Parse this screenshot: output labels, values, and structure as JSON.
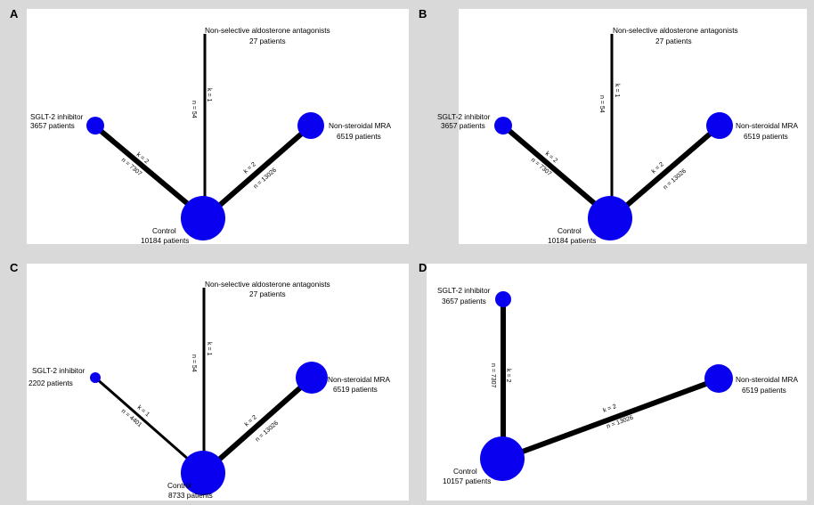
{
  "colors": {
    "node": "#0a00f0",
    "edge": "#000000",
    "panel_bg": "#ffffff",
    "page_bg": "#d9d9d9"
  },
  "panels": [
    {
      "letter": "A",
      "nodes": {
        "nsaa": {
          "name": "Non-selective aldosterone antagonists",
          "patients": "27 patients"
        },
        "sglt2": {
          "name": "SGLT-2 inhibitor",
          "patients": "3657 patients"
        },
        "nsmra": {
          "name": "Non-steroidal MRA",
          "patients": "6519 patients"
        },
        "control": {
          "name": "Control",
          "patients": "10184 patients"
        }
      },
      "edges": {
        "nsaa_control": {
          "k": "k = 1",
          "n": "n = 54"
        },
        "sglt2_control": {
          "k": "k = 2",
          "n": "n = 7307"
        },
        "nsmra_control": {
          "k": "k = 2",
          "n": "n = 13026"
        }
      }
    },
    {
      "letter": "B",
      "nodes": {
        "nsaa": {
          "name": "Non-selective aldosterone antagonists",
          "patients": "27 patients"
        },
        "sglt2": {
          "name": "SGLT-2 inhibitor",
          "patients": "3657 patients"
        },
        "nsmra": {
          "name": "Non-steroidal MRA",
          "patients": "6519 patients"
        },
        "control": {
          "name": "Control",
          "patients": "10184 patients"
        }
      },
      "edges": {
        "nsaa_control": {
          "k": "k = 1",
          "n": "n = 54"
        },
        "sglt2_control": {
          "k": "k = 2",
          "n": "n = 7307"
        },
        "nsmra_control": {
          "k": "k = 2",
          "n": "n = 13026"
        }
      }
    },
    {
      "letter": "C",
      "nodes": {
        "nsaa": {
          "name": "Non-selective aldosterone antagonists",
          "patients": "27 patients"
        },
        "sglt2": {
          "name": "SGLT-2 inhibitor",
          "patients": "2202 patients"
        },
        "nsmra": {
          "name": "Non-steroidal MRA",
          "patients": "6519 patients"
        },
        "control": {
          "name": "Control",
          "patients": "8733 patients"
        }
      },
      "edges": {
        "nsaa_control": {
          "k": "k = 1",
          "n": "n = 54"
        },
        "sglt2_control": {
          "k": "k = 1",
          "n": "n = 4401"
        },
        "nsmra_control": {
          "k": "k = 2",
          "n": "n = 13026"
        }
      }
    },
    {
      "letter": "D",
      "nodes": {
        "sglt2": {
          "name": "SGLT-2 inhibitor",
          "patients": "3657 patients"
        },
        "nsmra": {
          "name": "Non-steroidal MRA",
          "patients": "6519 patients"
        },
        "control": {
          "name": "Control",
          "patients": "10157 patients"
        }
      },
      "edges": {
        "sglt2_control": {
          "k": "k = 2",
          "n": "n = 7307"
        },
        "nsmra_control": {
          "k": "k = 2",
          "n": "n = 13026"
        }
      }
    }
  ]
}
